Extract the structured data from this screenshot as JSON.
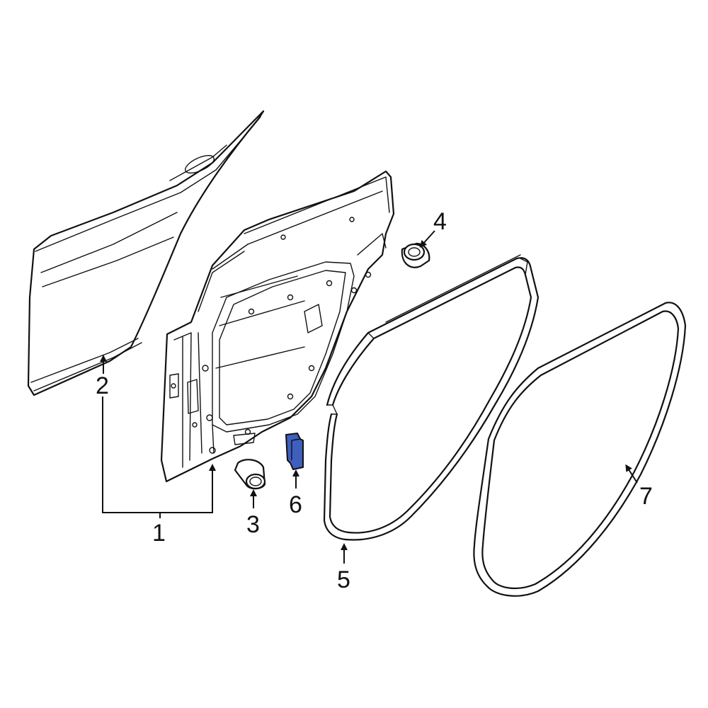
{
  "callouts": [
    {
      "id": "1",
      "text": "1"
    },
    {
      "id": "2",
      "text": "2"
    },
    {
      "id": "3",
      "text": "3"
    },
    {
      "id": "4",
      "text": "4"
    },
    {
      "id": "5",
      "text": "5"
    },
    {
      "id": "6",
      "text": "6"
    },
    {
      "id": "7",
      "text": "7"
    }
  ],
  "colors": {
    "line": "#111111",
    "highlight": "#3f5fbf",
    "background": "#ffffff"
  }
}
